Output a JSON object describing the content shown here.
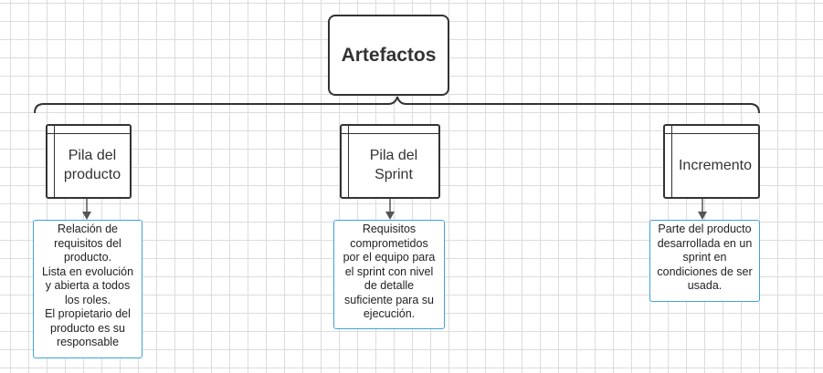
{
  "title": "Artefactos",
  "artifacts": [
    {
      "name": "Pila del\nproducto",
      "description": "Relación de\nrequisitos del\nproducto.\nLista en evolución\ny abierta a todos\nlos roles.\nEl propietario del\nproducto es su\nresponsable"
    },
    {
      "name": "Pila del\nSprint",
      "description": "Requisitos\ncomprometidos\npor el equipo para\nel sprint con nivel\nde detalle\nsuficiente para su\nejecución."
    },
    {
      "name": "Incremento",
      "description": "Parte del producto\ndesarrollada en un\nsprint en\ncondiciones de ser\nusada."
    }
  ],
  "colors": {
    "line": "#333333",
    "arrow": "#555555",
    "note_border": "#41a2dc",
    "grid": "#dcdcdc"
  }
}
